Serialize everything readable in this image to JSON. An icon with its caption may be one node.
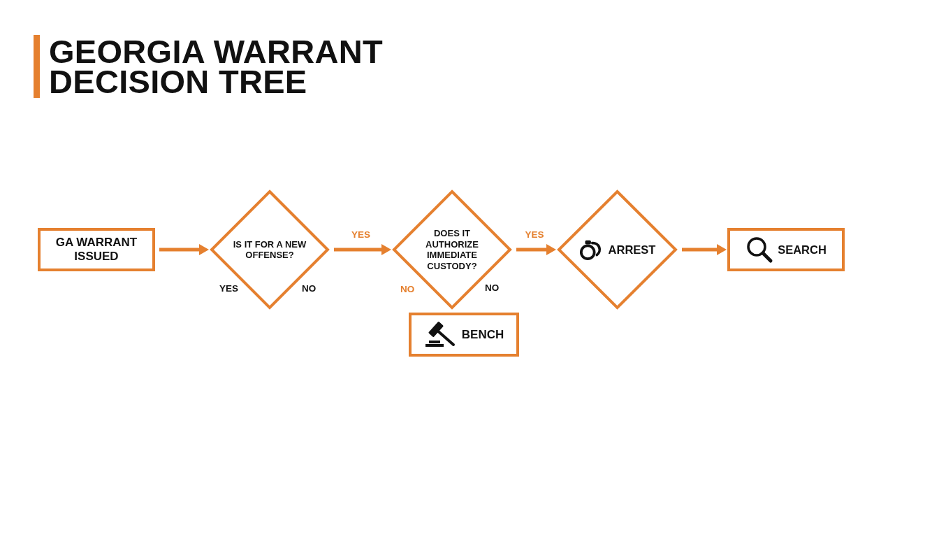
{
  "diagram": {
    "title": "GEORGIA WARRANT DECISION TREE",
    "nodes": [
      {
        "text": [
          "GA WARRANT ISSUED"
        ]
      },
      {
        "text": [
          "IS IT FOR A NEW OFFENSE?"
        ],
        "beside": [
          "YES",
          "NO"
        ]
      },
      {
        "text": [
          "DOES IT AUTHORIZE IMMEDIATE CUSTODY?"
        ],
        "beside": [
          "NO",
          "NO"
        ]
      },
      {
        "text": [
          "ARREST"
        ]
      },
      {
        "text": [
          "SEARCH"
        ]
      },
      {
        "text": [
          "BENCH"
        ]
      }
    ],
    "edges": [
      {
        "from": 0,
        "to": 1,
        "arrow": "to"
      },
      {
        "from": 1,
        "to": 2,
        "arrow": "to",
        "label": "YES"
      },
      {
        "from": 2,
        "to": 3,
        "arrow": "to",
        "label": "YES"
      },
      {
        "from": 3,
        "to": 4,
        "arrow": "to"
      }
    ]
  }
}
